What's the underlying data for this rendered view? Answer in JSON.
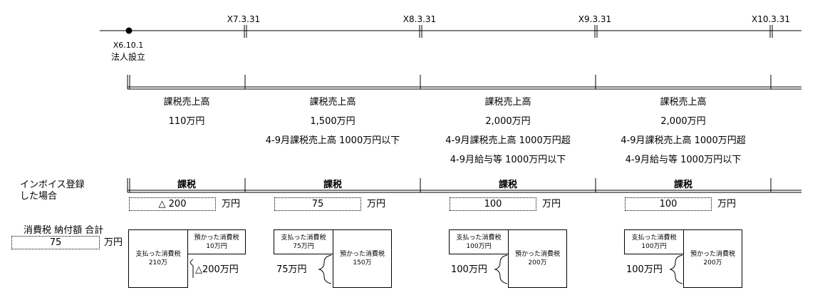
{
  "timeline": {
    "ticks": [
      "X7.3.31",
      "X8.3.31",
      "X9.3.31",
      "X10.3.31"
    ],
    "founding_date": "X6.10.1",
    "founding_label": "法人設立"
  },
  "periods": [
    {
      "heading": "課税売上高",
      "amount": "110万円",
      "note1": "",
      "note2": "",
      "status": "課税",
      "tax_amount": "△ 200",
      "unit": "万円",
      "paid_label": "支払った消費税\n210万",
      "received_label": "預かった消費税\n10万円",
      "diff_label": "△200万円"
    },
    {
      "heading": "課税売上高",
      "amount": "1,500万円",
      "note1": "4-9月課税売上高  1000万円以下",
      "note2": "",
      "status": "課税",
      "tax_amount": "75",
      "unit": "万円",
      "paid_label": "支払った消費税\n75万円",
      "received_label": "預かった消費税\n150万",
      "diff_label": "75万円"
    },
    {
      "heading": "課税売上高",
      "amount": "2,000万円",
      "note1": "4-9月課税売上高  1000万円超",
      "note2": "4-9月給与等  1000万円以下",
      "status": "課税",
      "tax_amount": "100",
      "unit": "万円",
      "paid_label": "支払った消費税\n100万円",
      "received_label": "預かった消費税\n200万",
      "diff_label": "100万円"
    },
    {
      "heading": "課税売上高",
      "amount": "2,000万円",
      "note1": "4-9月課税売上高  1000万円超",
      "note2": "4-9月給与等  1000万円以下",
      "status": "課税",
      "tax_amount": "100",
      "unit": "万円",
      "paid_label": "支払った消費税\n100万円",
      "received_label": "預かった消費税\n200万",
      "diff_label": "100万円"
    }
  ],
  "invoice_label": "インボイス登録\nした場合",
  "total": {
    "label": "消費税 納付額 合計",
    "value": "75",
    "unit": "万円"
  }
}
